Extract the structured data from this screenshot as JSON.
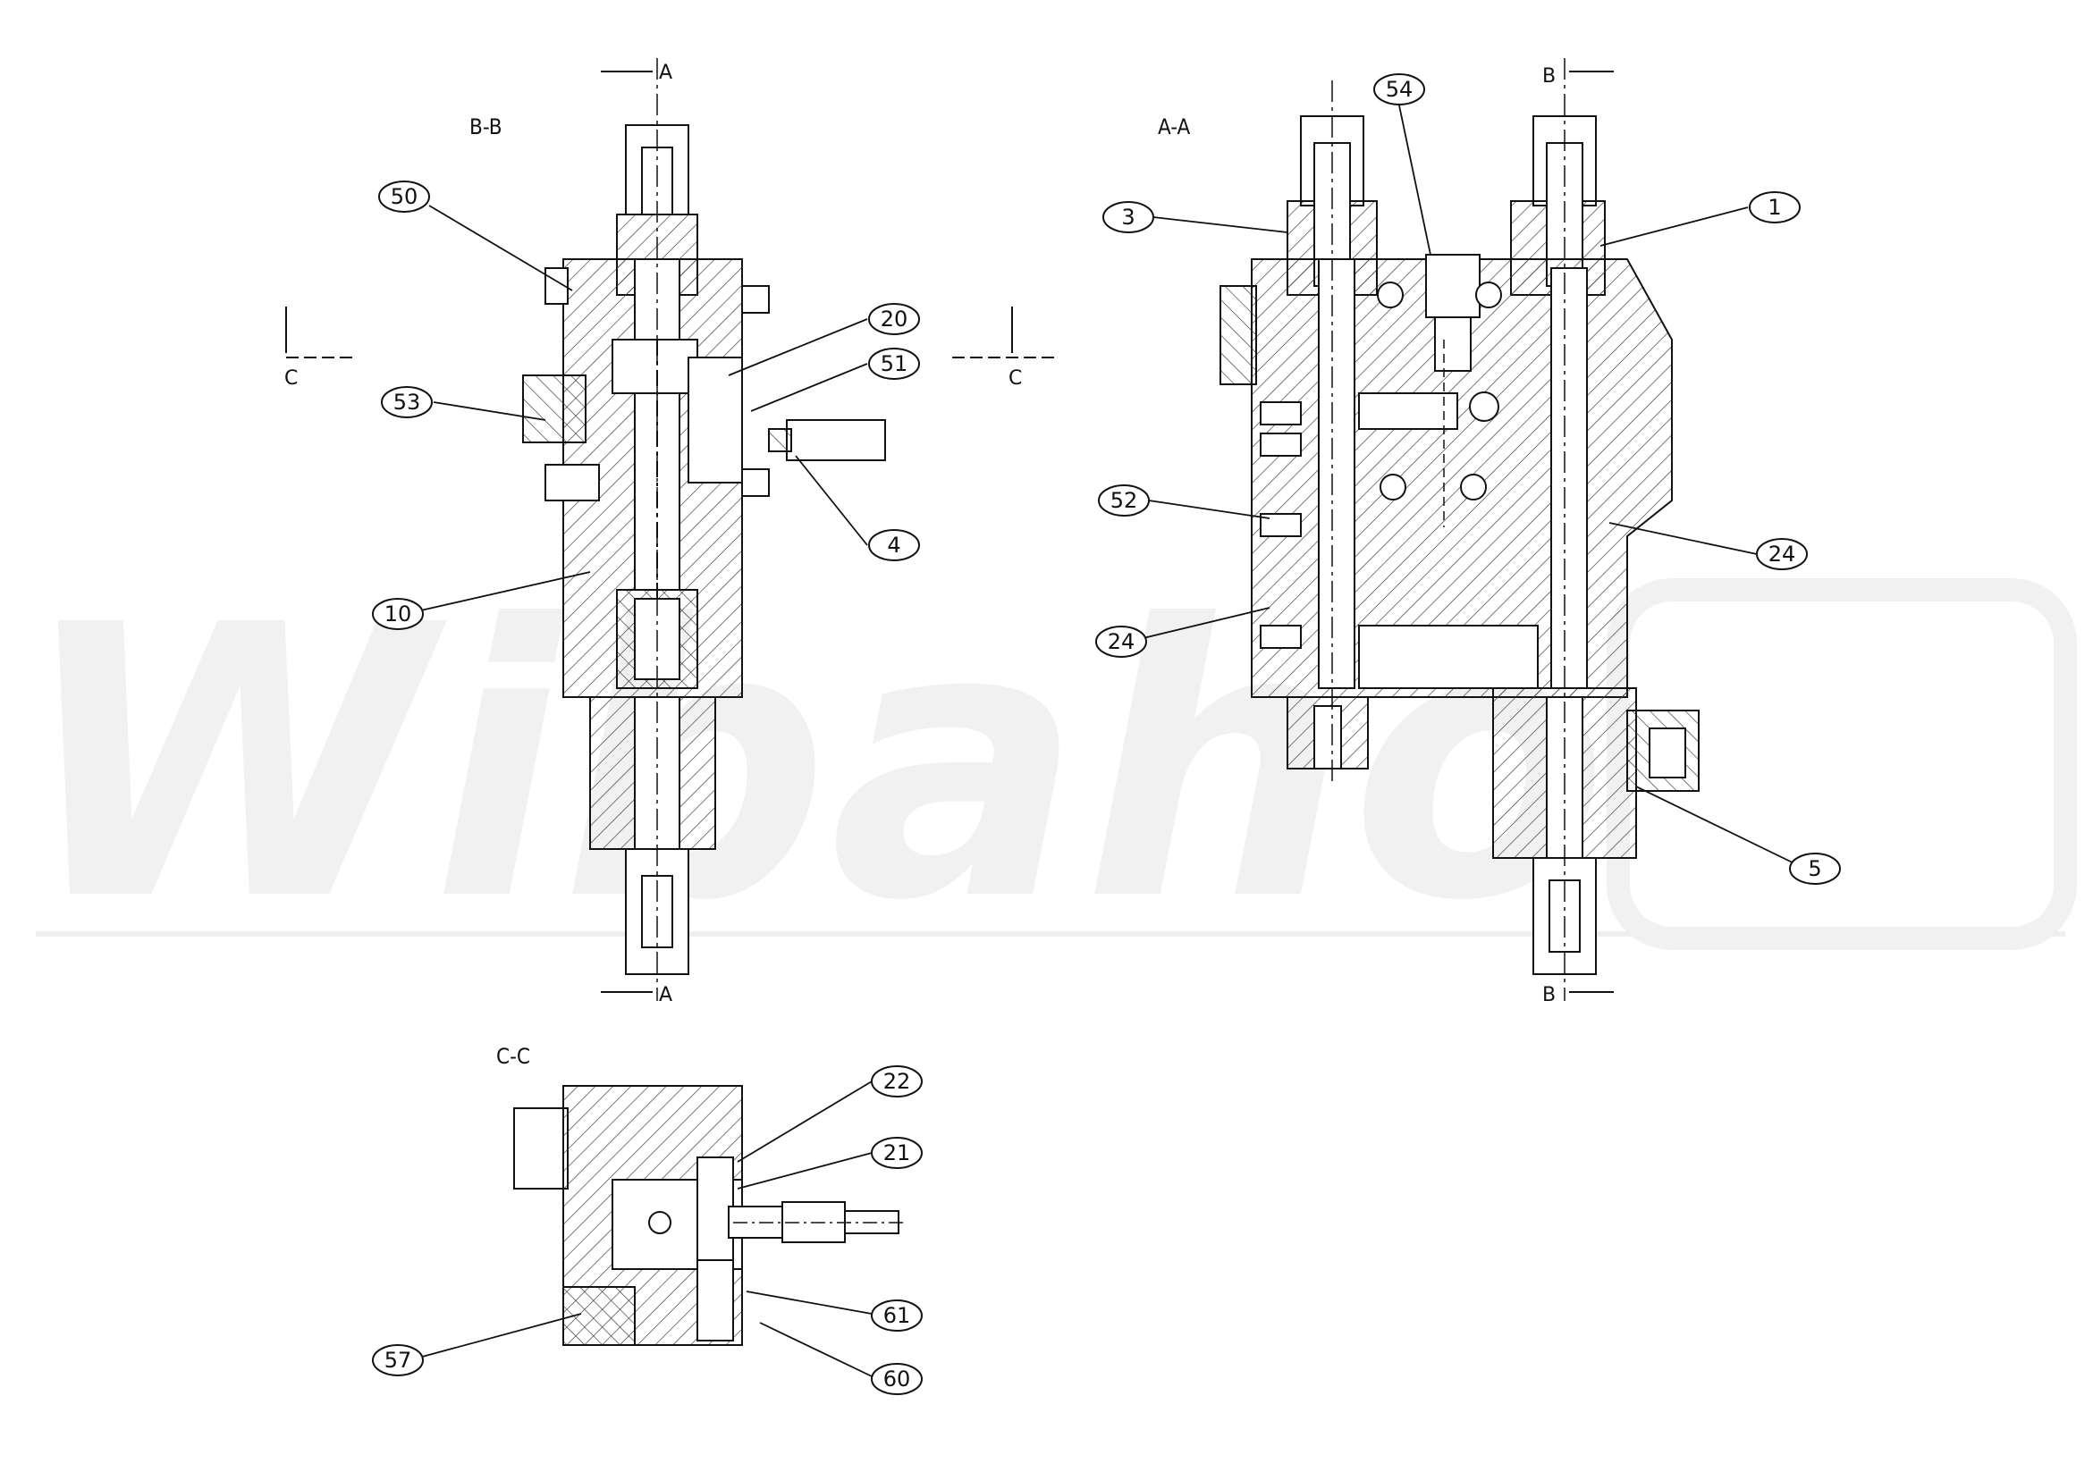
{
  "watermark": "Wibaho",
  "views": {
    "bb": "B-B",
    "aa": "A-A",
    "cc": "C-C"
  },
  "section_markers": {
    "a_top": "A",
    "a_bottom": "A",
    "b_top": "B",
    "b_bottom": "B",
    "c_left": "C",
    "c_right": "C"
  },
  "callouts": {
    "c50": "50",
    "c53": "53",
    "c10": "10",
    "c20": "20",
    "c51": "51",
    "c4": "4",
    "c3": "3",
    "c54": "54",
    "c1": "1",
    "c52": "52",
    "c24a": "24",
    "c24b": "24",
    "c5": "5",
    "c22": "22",
    "c21": "21",
    "c61": "61",
    "c57": "57",
    "c60": "60"
  },
  "colors": {
    "line": "#111111",
    "hatch": "#333333",
    "watermark": "#f1f1f1"
  }
}
